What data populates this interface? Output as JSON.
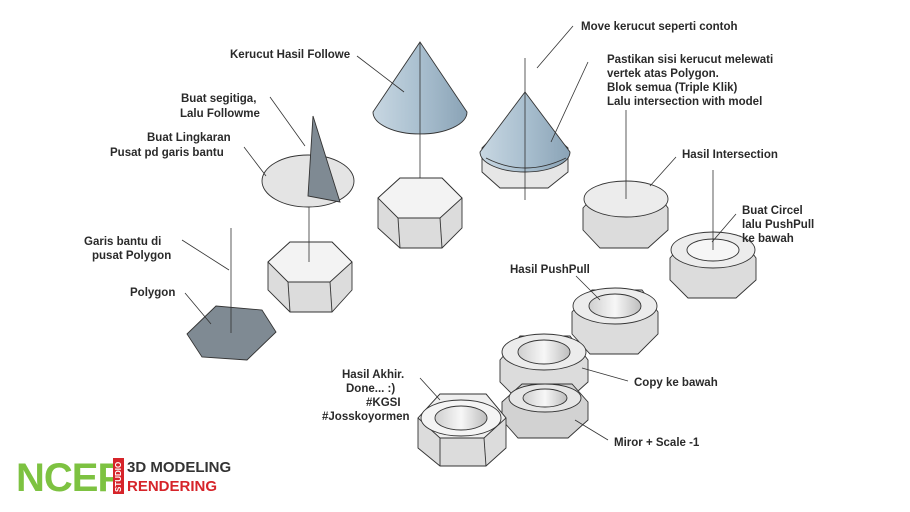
{
  "labels": {
    "polygon": "Polygon",
    "garis_1": "Garis bantu  di",
    "garis_2": "pusat Polygon",
    "lingkaran_1": "Buat Lingkaran",
    "lingkaran_2": "Pusat pd garis bantu",
    "segitiga_1": "Buat segitiga,",
    "segitiga_2": "Lalu Followme",
    "kerucut": "Kerucut Hasil Followe",
    "move": "Move kerucut seperti contoh",
    "pastikan_1": "Pastikan sisi kerucut melewati",
    "pastikan_2": "vertek atas Polygon.",
    "pastikan_3": "Blok semua (Triple Klik)",
    "pastikan_4": "Lalu intersection with model",
    "intersection": "Hasil Intersection",
    "circel_1": "Buat  Circel",
    "circel_2": "lalu PushPull",
    "circel_3": "ke bawah",
    "pushpull": "Hasil PushPull",
    "copy": "Copy ke bawah",
    "miror": "Miror + Scale -1",
    "akhir_1": "Hasil Akhir.",
    "akhir_2": "Done... :)",
    "akhir_3": "#KGSI",
    "akhir_4": "#Josskoyormen"
  },
  "logo": {
    "brand": "NCEP",
    "studio": "STUDIO",
    "line1": "3D MODELING",
    "line2": "RENDERING"
  },
  "colors": {
    "cone": "#a9bfcf",
    "polygon_fill": "#7f8a93",
    "face_light": "#f2f2f2",
    "face_mid": "#dcdcdc",
    "face_dark": "#c4c4c4",
    "brand_green": "#7dc241",
    "brand_red": "#d6242a"
  }
}
